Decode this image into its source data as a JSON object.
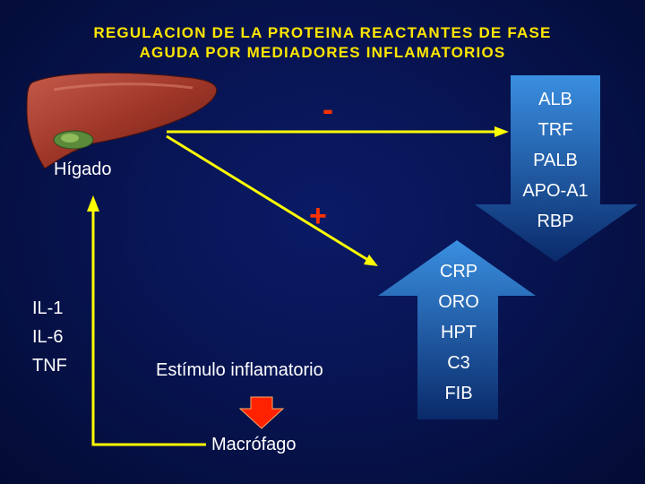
{
  "title": {
    "line1": "REGULACION DE LA PROTEINA REACTANTES DE FASE",
    "line2": "AGUDA POR MEDIADORES INFLAMATORIOS"
  },
  "labels": {
    "liver": "Hígado",
    "stimulus": "Estímulo inflamatorio",
    "macrophage": "Macrófago"
  },
  "signs": {
    "minus": "-",
    "plus": "+"
  },
  "cytokines": [
    "IL-1",
    "IL-6",
    "TNF"
  ],
  "negative_proteins": [
    "ALB",
    "TRF",
    "PALB",
    "APO-A1",
    "RBP"
  ],
  "positive_proteins": [
    "CRP",
    "ORO",
    "HPT",
    "C3",
    "FIB"
  ],
  "colors": {
    "title": "#ffe600",
    "arrow_line": "#ffff00",
    "text": "#ffffff",
    "minus_sign": "#ff3300",
    "plus_sign": "#ff3300",
    "macrophage_arrow": "#ff2200"
  }
}
